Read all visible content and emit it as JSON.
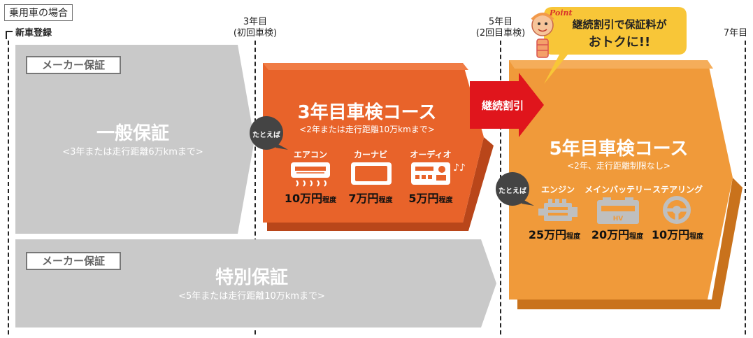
{
  "header": {
    "label": "乗用車の場合"
  },
  "timeline": {
    "start": "新車登録",
    "y3_line1": "3年目",
    "y3_line2": "(初回車検)",
    "y5_line1": "5年目",
    "y5_line2": "(2回目車検)",
    "y7": "7年目"
  },
  "general": {
    "maker_label": "メーカー保証",
    "title": "一般保証",
    "sub": "<3年または走行距離6万kmまで>"
  },
  "special": {
    "maker_label": "メーカー保証",
    "title": "特別保証",
    "sub": "<5年または走行距離10万kmまで>"
  },
  "course3": {
    "title": "3年目車検コース",
    "sub": "<2年または走行距離10万kmまで>",
    "example": "たとえば",
    "items": [
      {
        "name": "エアコン",
        "price": "10万円",
        "unit": "程度",
        "icon": "air-conditioner-icon"
      },
      {
        "name": "カーナビ",
        "price": "7万円",
        "unit": "程度",
        "icon": "car-navigation-icon"
      },
      {
        "name": "オーディオ",
        "price": "5万円",
        "unit": "程度",
        "icon": "audio-icon"
      }
    ]
  },
  "arrow": {
    "label": "継続割引"
  },
  "point": {
    "badge": "Point",
    "line1": "継続割引で保証料が",
    "line2": "おトクに!!"
  },
  "course5": {
    "title": "5年目車検コース",
    "sub": "<2年、走行距離制限なし>",
    "example": "たとえば",
    "items": [
      {
        "name": "エンジン",
        "price": "25万円",
        "unit": "程度",
        "icon": "engine-icon"
      },
      {
        "name": "メインバッテリー",
        "price": "20万円",
        "unit": "程度",
        "icon": "battery-icon"
      },
      {
        "name": "ステアリング",
        "price": "10万円",
        "unit": "程度",
        "icon": "steering-wheel-icon"
      }
    ]
  },
  "colors": {
    "gray": "#c9c9c9",
    "course3": "#e8632a",
    "course3_dark": "#b9461a",
    "course5": "#f09a3a",
    "course5_dark": "#c9721c",
    "red": "#e0151c",
    "yellow": "#f8c638",
    "icon_gray": "#bfbfbf"
  }
}
